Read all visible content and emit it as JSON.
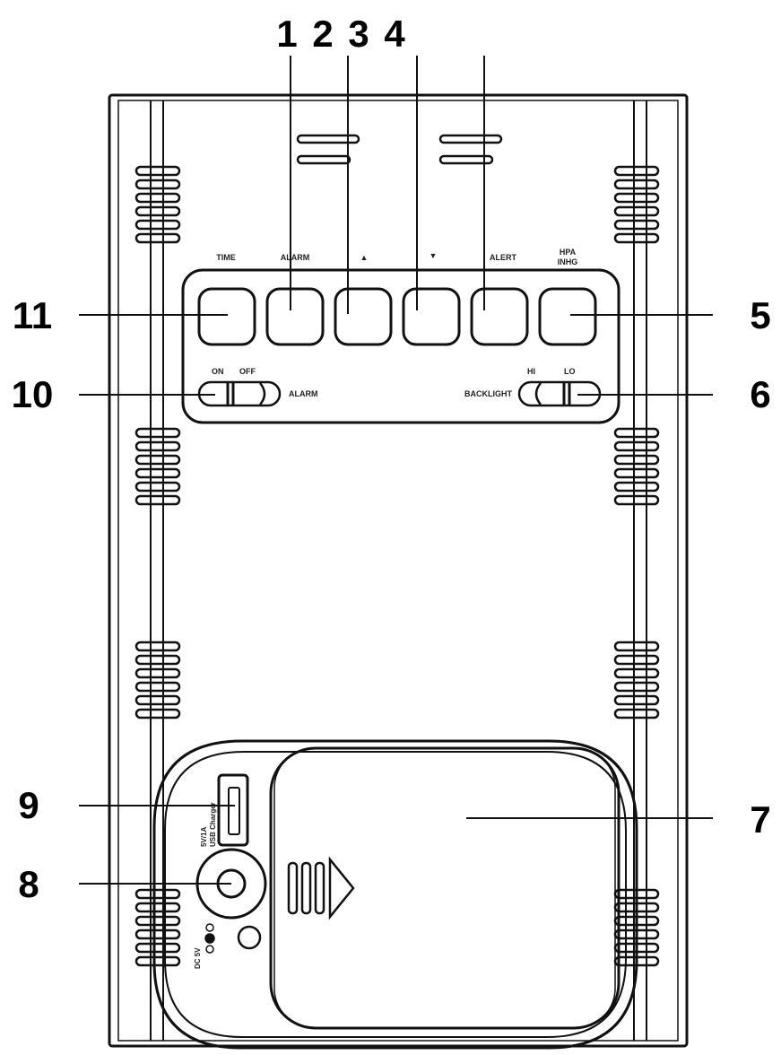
{
  "device": {
    "buttons": [
      {
        "key": "time",
        "label": "TIME"
      },
      {
        "key": "alarm",
        "label": "ALARM"
      },
      {
        "key": "up",
        "label": "▲"
      },
      {
        "key": "down",
        "label": "▼"
      },
      {
        "key": "alert",
        "label": "ALERT"
      },
      {
        "key": "unit",
        "label": "HPA",
        "sublabel": "INHG"
      }
    ],
    "alarm_switch": {
      "on": "ON",
      "off": "OFF",
      "label": "ALARM"
    },
    "backlight_switch": {
      "label": "BACKLIGHT",
      "hi": "HI",
      "lo": "LO"
    },
    "usb_port": {
      "line1": "5V/1A",
      "line2": "USB Charger"
    },
    "dc_jack": {
      "label": "DC 5V"
    }
  },
  "callouts": {
    "c1": "1",
    "c2": "2",
    "c3": "3",
    "c4": "4",
    "c5": "5",
    "c6": "6",
    "c7": "7",
    "c8": "8",
    "c9": "9",
    "c10": "10",
    "c11": "11"
  }
}
